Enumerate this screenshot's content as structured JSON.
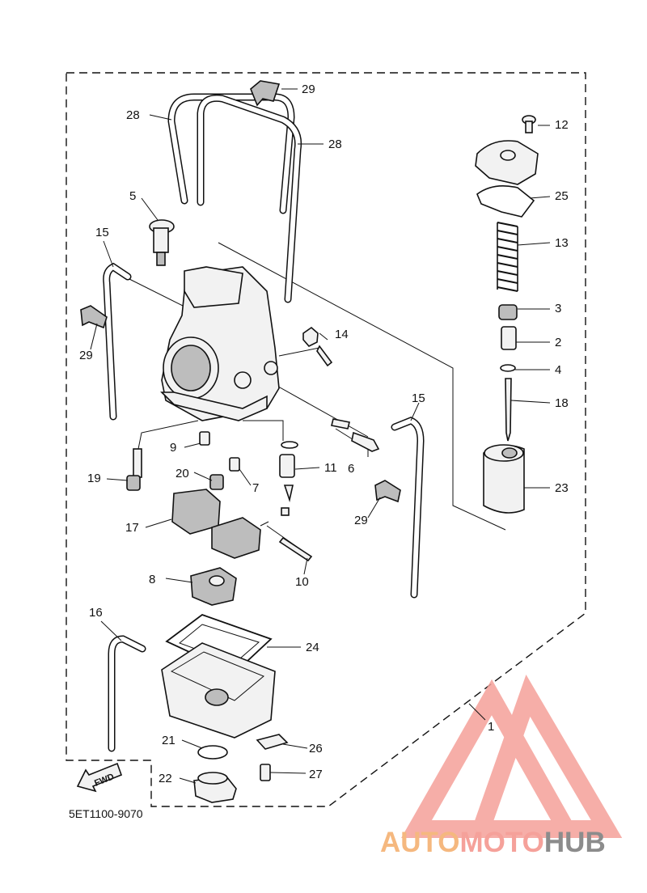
{
  "diagram": {
    "drawing_code": "5ET1100-9070",
    "fwd_label": "FWD",
    "callouts": [
      "1",
      "2",
      "3",
      "4",
      "5",
      "6",
      "7",
      "8",
      "9",
      "10",
      "11",
      "12",
      "13",
      "14",
      "15",
      "15",
      "16",
      "17",
      "18",
      "19",
      "20",
      "21",
      "22",
      "23",
      "24",
      "25",
      "26",
      "27",
      "28",
      "28",
      "29",
      "29",
      "29"
    ]
  },
  "watermark": {
    "brand_part1": "AUTO",
    "brand_part2": "MOTO",
    "brand_part3": "HUB",
    "colors": {
      "orange": "#f5b87f",
      "red": "#f5a19a",
      "gray": "#8c8c8c"
    }
  }
}
